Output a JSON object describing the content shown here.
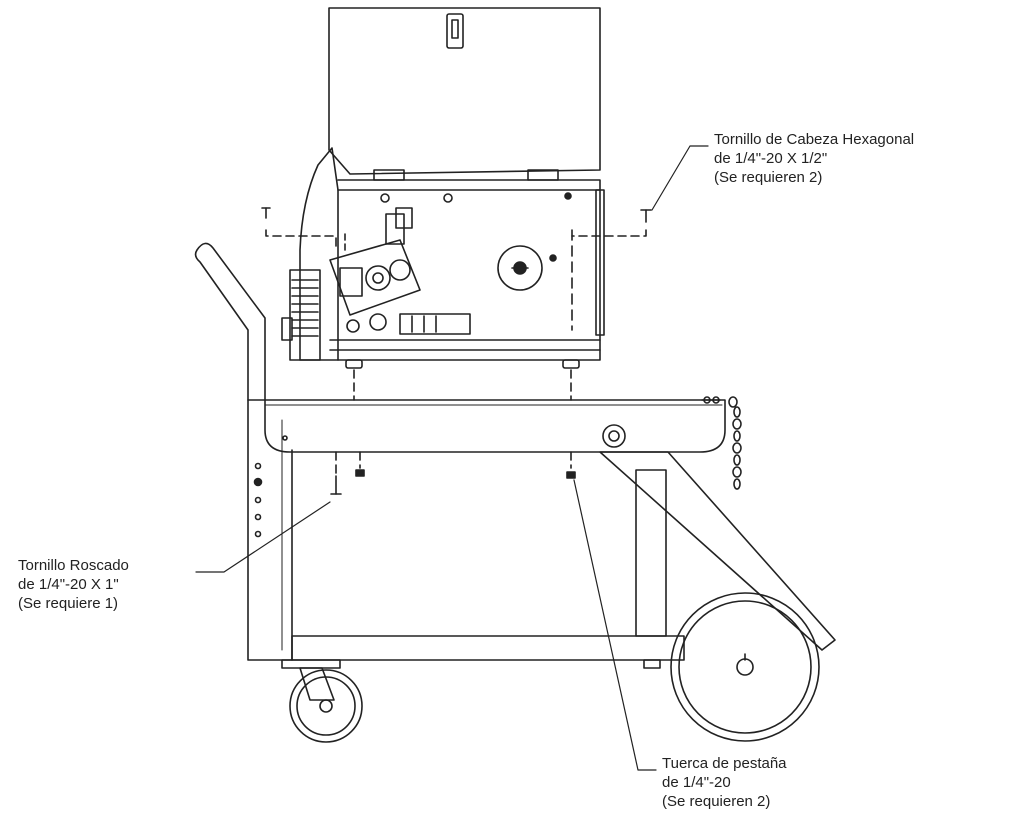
{
  "callouts": {
    "hex_screw": {
      "line1": "Tornillo de Cabeza Hexagonal",
      "line2": "de 1/4\"-20 X 1/2\"",
      "line3": "(Se requieren 2)"
    },
    "thread_screw": {
      "line1": "Tornillo Roscado",
      "line2": "de 1/4\"-20 X 1\"",
      "line3": "(Se requiere 1)"
    },
    "flange_nut": {
      "line1": "Tuerca de pestaña",
      "line2": "de 1/4\"-20",
      "line3": "(Se requieren 2)"
    }
  },
  "colors": {
    "line": "#222222",
    "background": "#ffffff"
  }
}
